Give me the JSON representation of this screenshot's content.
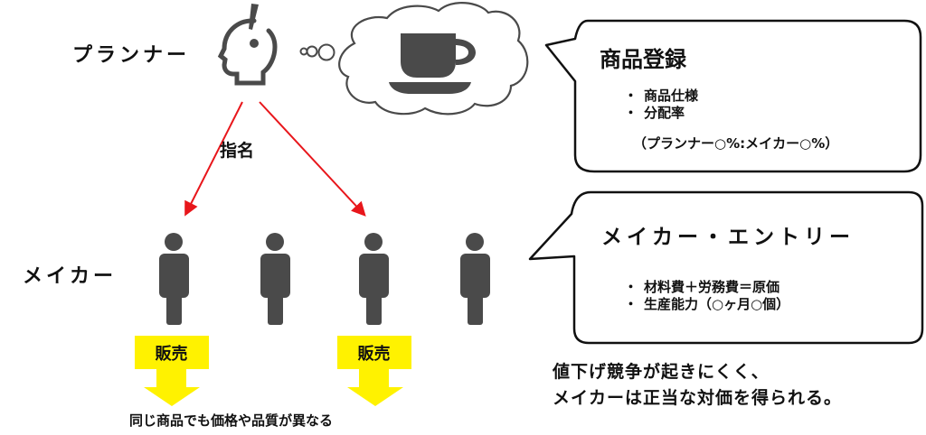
{
  "planner": {
    "label": "プランナー",
    "icon": "head-idea-icon"
  },
  "thought": {
    "icon": "coffee-cup-icon"
  },
  "nomination_label": "指名",
  "makers": {
    "label": "メイカー",
    "count": 4,
    "icon": "person-icon"
  },
  "product_registration": {
    "title": "商品登録",
    "items": [
      "商品仕様",
      "分配率"
    ],
    "note": "（プランナー○%:メイカー○%）"
  },
  "maker_entry": {
    "title": "メイカー・エントリー",
    "items": [
      "材料費＋労務費＝原価",
      "生産能力（○ヶ月○個）"
    ]
  },
  "sales": [
    {
      "label": "販売"
    },
    {
      "label": "販売"
    }
  ],
  "sales_caption": "同じ商品でも価格や品質が異なる",
  "conclusion": {
    "line1": "値下げ競争が起きにくく、",
    "line2": "メイカーは正当な対価を得られる。"
  },
  "colors": {
    "arrow": "#e8161b",
    "icon": "#4a4a4a",
    "sale_fill": "#fff200",
    "bubble_stroke": "#111111"
  }
}
